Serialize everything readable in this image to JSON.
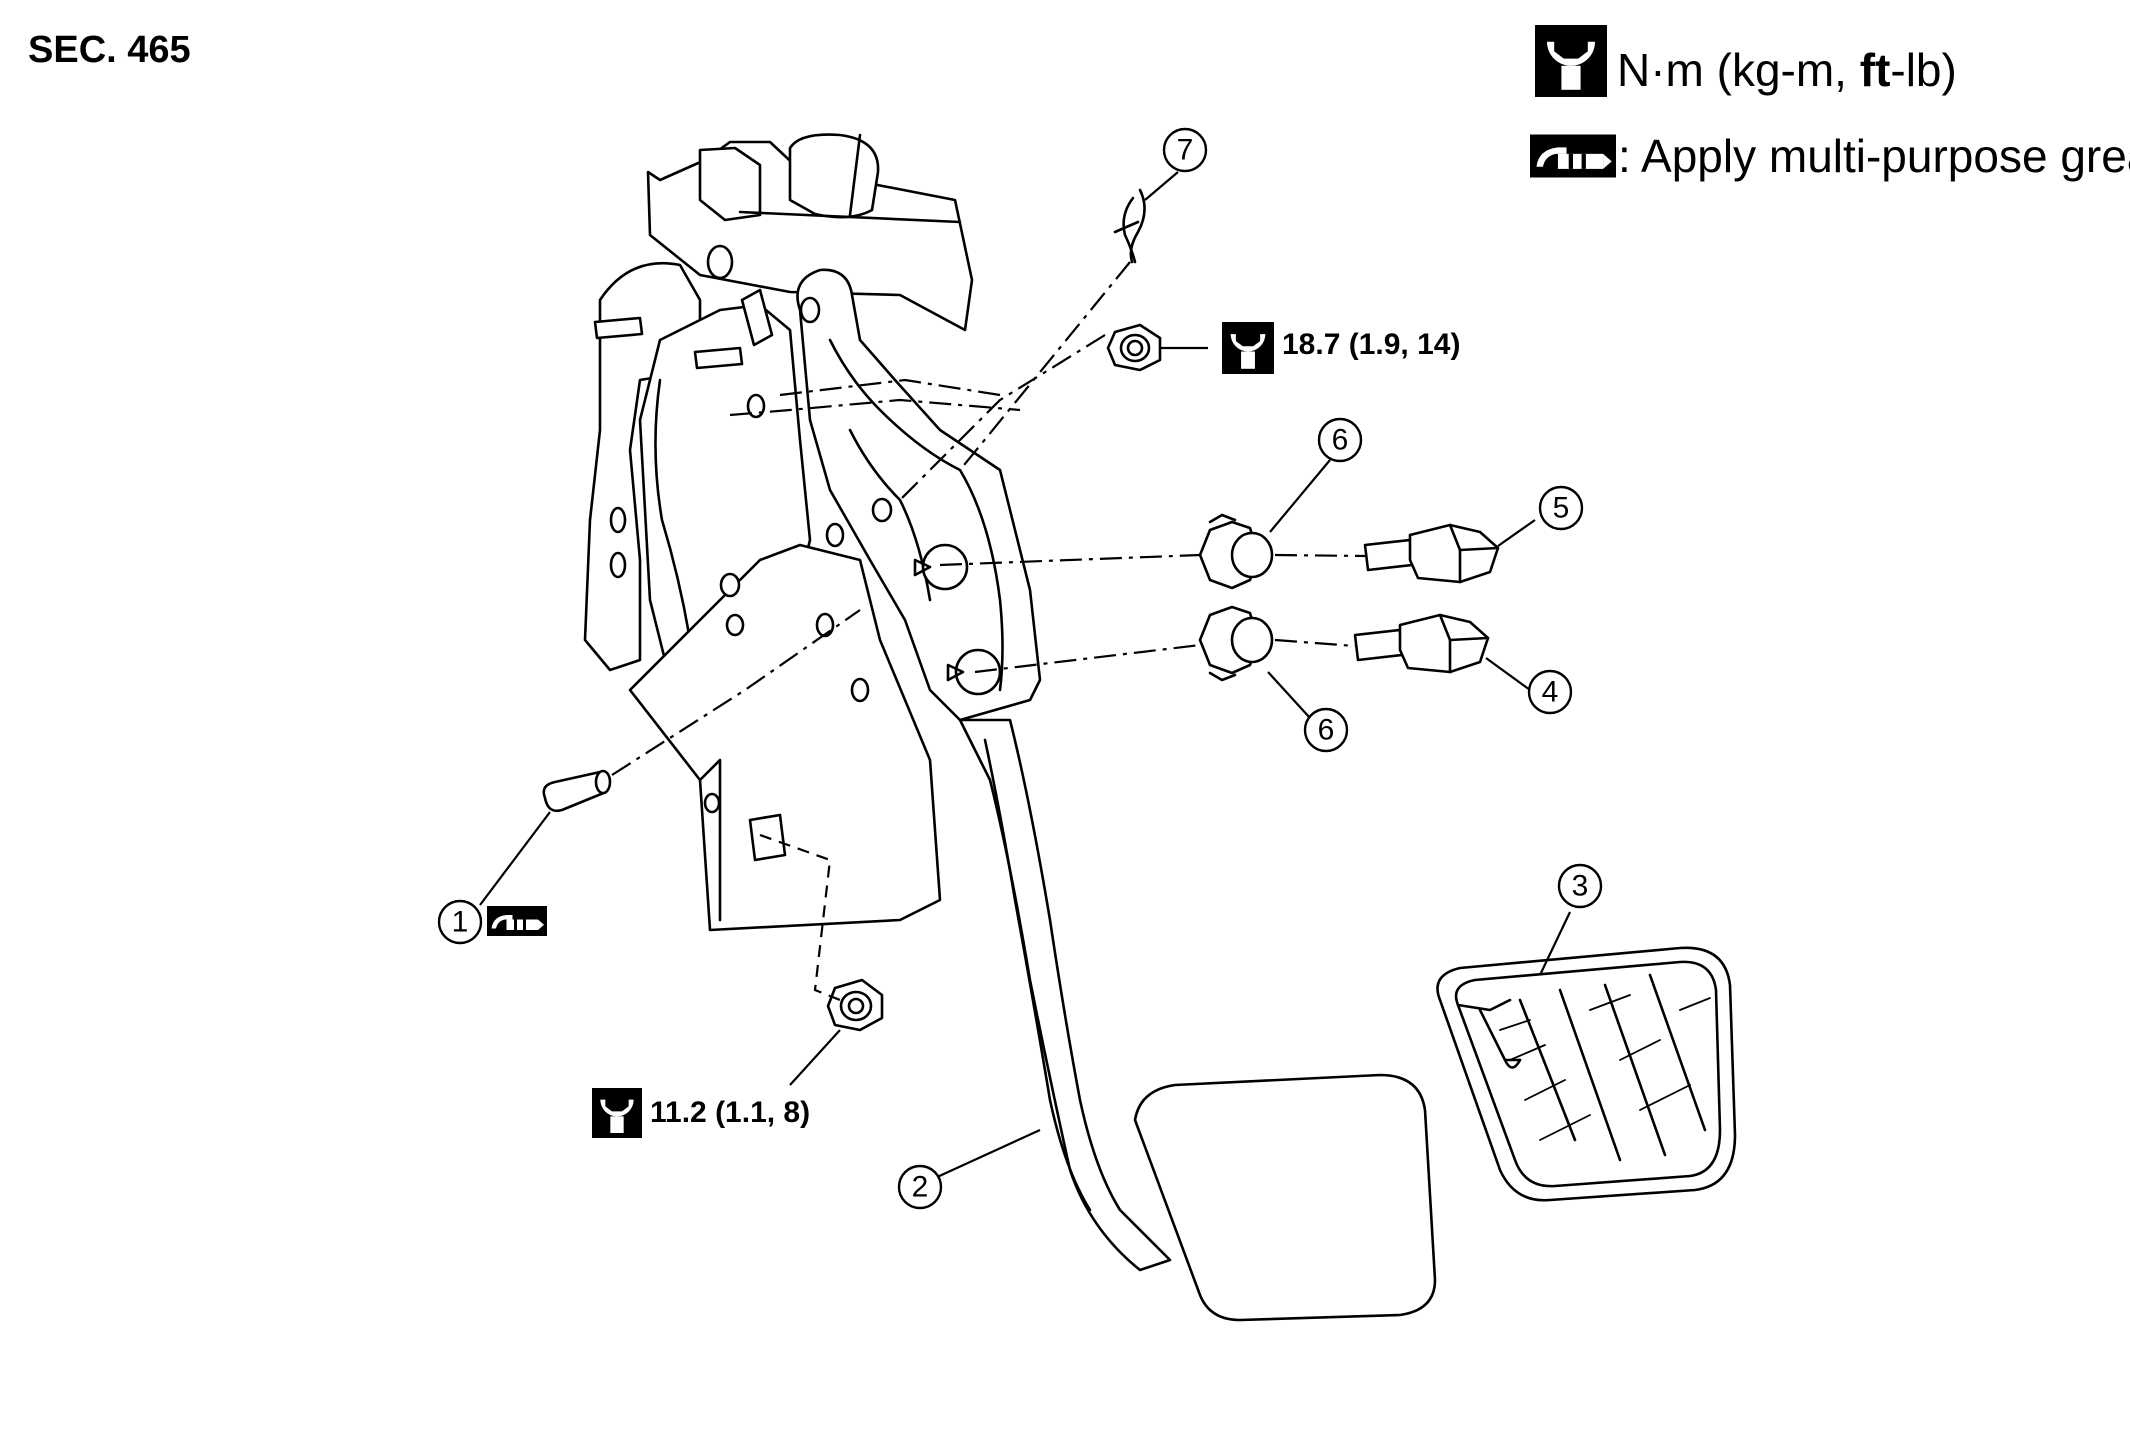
{
  "section_label": "SEC. 465",
  "legend": {
    "torque_unit_parts": [
      "N·m (kg-m,",
      " ft",
      "-lb)"
    ],
    "grease_text": ": Apply multi-purpose grease",
    "torque_icon": "torque-wrench-icon",
    "grease_icon": "grease-gun-icon"
  },
  "torques": {
    "upper_nut": "18.7 (1.9, 14)",
    "lower_nut": "11.2 (1.1, 8)"
  },
  "callouts": [
    "1",
    "2",
    "3",
    "4",
    "5",
    "6",
    "6",
    "7"
  ]
}
